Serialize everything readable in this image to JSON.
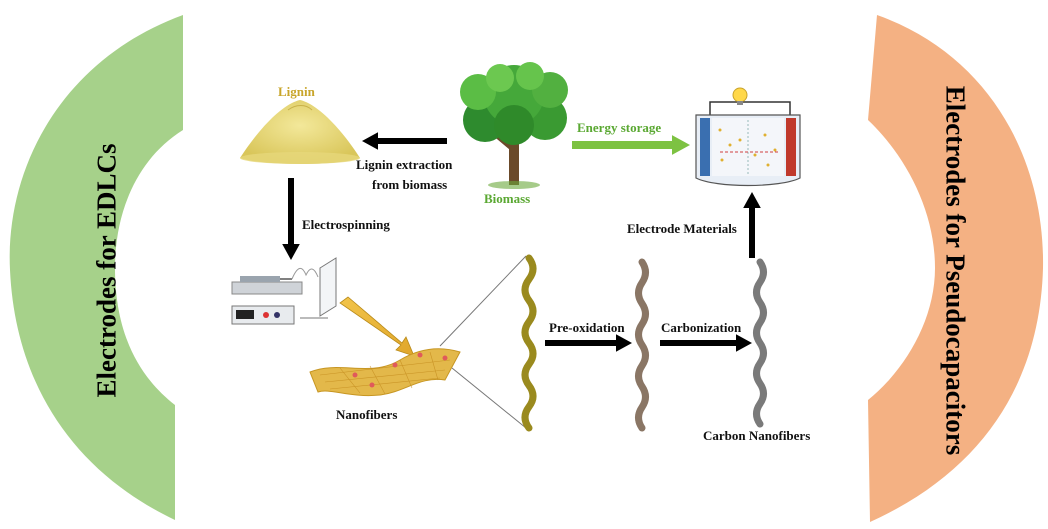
{
  "left_panel": {
    "title": "Electrodes for EDLCs",
    "color": "#a6d18a"
  },
  "right_panel": {
    "title": "Electrodes for Pseudocapacitors",
    "color": "#f4b183"
  },
  "labels": {
    "lignin": "Lignin",
    "lignin_extraction": "Lignin extraction",
    "from_biomass": "from biomass",
    "biomass": "Biomass",
    "energy_storage": "Energy storage",
    "electrospinning": "Electrospinning",
    "electrode_materials": "Electrode Materials",
    "pre_oxidation": "Pre-oxidation",
    "carbonization": "Carbonization",
    "nanofibers": "Nanofibers",
    "carbon_nanofibers": "Carbon Nanofibers"
  },
  "colors": {
    "label_green": "#5aa832",
    "lignin_label": "#c8a52a",
    "arrow_black": "#000000",
    "arrow_green": "#7dc242",
    "lignin_powder": "#e8d977",
    "fiber_raw": "#9a8a1e",
    "fiber_preox": "#8a7665",
    "fiber_carbon": "#7a7a7a"
  }
}
